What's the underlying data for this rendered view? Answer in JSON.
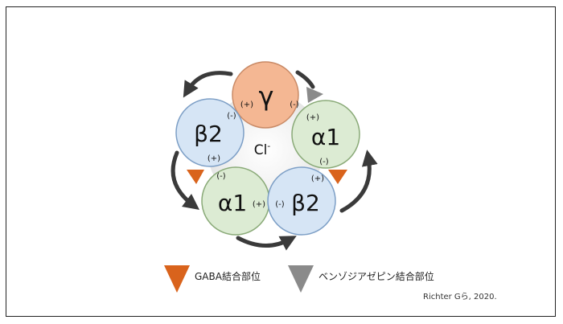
{
  "diagram": {
    "center_label": "Cl",
    "center_superscript": "-",
    "subunits": [
      {
        "id": "gamma",
        "label": "γ",
        "color": "#f4b793",
        "stroke": "#c98a66",
        "sign_left": "(+)",
        "sign_right": "(-)"
      },
      {
        "id": "alpha1-right",
        "label": "α1",
        "color": "#dcebd3",
        "stroke": "#8aaa78",
        "sign_top": "(+)",
        "sign_bottom": "(-)"
      },
      {
        "id": "beta2-right",
        "label": "β2",
        "color": "#d6e5f5",
        "stroke": "#7d9fc6",
        "sign_top": "(+)",
        "sign_left": "(-)"
      },
      {
        "id": "alpha1-left",
        "label": "α1",
        "color": "#dcebd3",
        "stroke": "#8aaa78",
        "sign_top": "(-)",
        "sign_right": "(+)"
      },
      {
        "id": "beta2-left",
        "label": "β2",
        "color": "#d6e5f5",
        "stroke": "#7d9fc6",
        "sign_top": "(-)",
        "sign_bottom": "(+)"
      }
    ],
    "colors": {
      "gaba_marker": "#d9631c",
      "bzd_marker": "#8a8a8a",
      "arrow": "#3a3a3a",
      "center_glow": "#f2f2f2"
    }
  },
  "legend": {
    "gaba_label": "GABA結合部位",
    "bzd_label": "ベンゾジアゼピン結合部位"
  },
  "citation": "Richter Gら, 2020."
}
